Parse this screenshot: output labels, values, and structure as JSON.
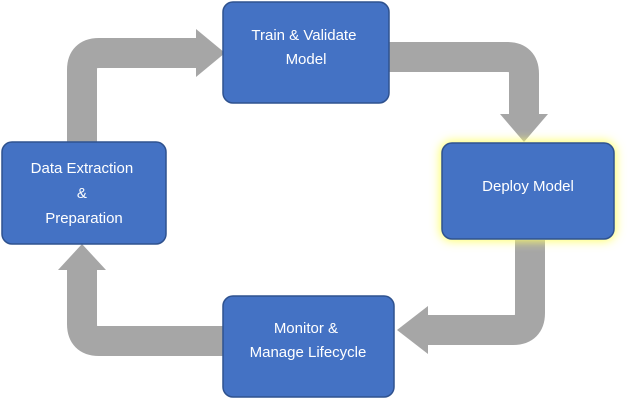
{
  "diagram": {
    "nodes": {
      "train": {
        "lines": [
          "Train & Validate",
          "Model"
        ]
      },
      "deploy": {
        "lines": [
          "Deploy Model"
        ],
        "highlighted": true
      },
      "monitor": {
        "lines": [
          "Monitor &",
          "Manage Lifecycle"
        ]
      },
      "data": {
        "lines": [
          "Data Extraction",
          "&",
          "Preparation"
        ]
      }
    },
    "colors": {
      "node_fill": "#4472c4",
      "node_border": "#2f528f",
      "arrow": "#a6a6a6",
      "highlight_glow": "#ffff66"
    }
  }
}
